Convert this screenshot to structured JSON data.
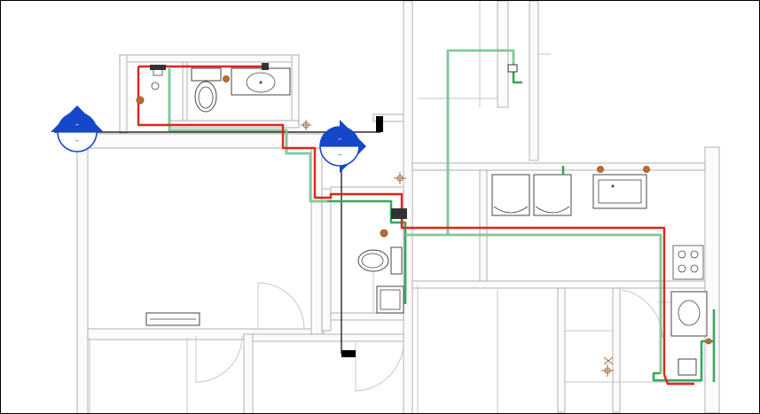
{
  "viewport": {
    "name": "plumbing-floor-plan-view",
    "background": "#ffffff"
  },
  "colors": {
    "hot_water_pipe": "#e0241b",
    "cold_water_pipe": "#36a85f",
    "section_marker": "#1447c9",
    "wall": "#bdbdbd",
    "valve": "#c06a2b"
  },
  "section_markers": [
    {
      "id": "section-marker-left",
      "top_label": "–",
      "bottom_label": "–"
    },
    {
      "id": "section-marker-center",
      "top_label": "–",
      "bottom_label": "–"
    }
  ],
  "fixtures": [
    "toilet-upper",
    "lavatory-upper",
    "toilet-lower",
    "lavatory-lower",
    "washer-left",
    "washer-right",
    "laundry-sink",
    "lavatory-right",
    "stove",
    "wall-cabinet"
  ],
  "icons": {
    "section_marker": "section-head-icon",
    "valve": "shutoff-valve-icon",
    "cleanout": "cleanout-icon",
    "reference_point": "reference-point-icon"
  }
}
